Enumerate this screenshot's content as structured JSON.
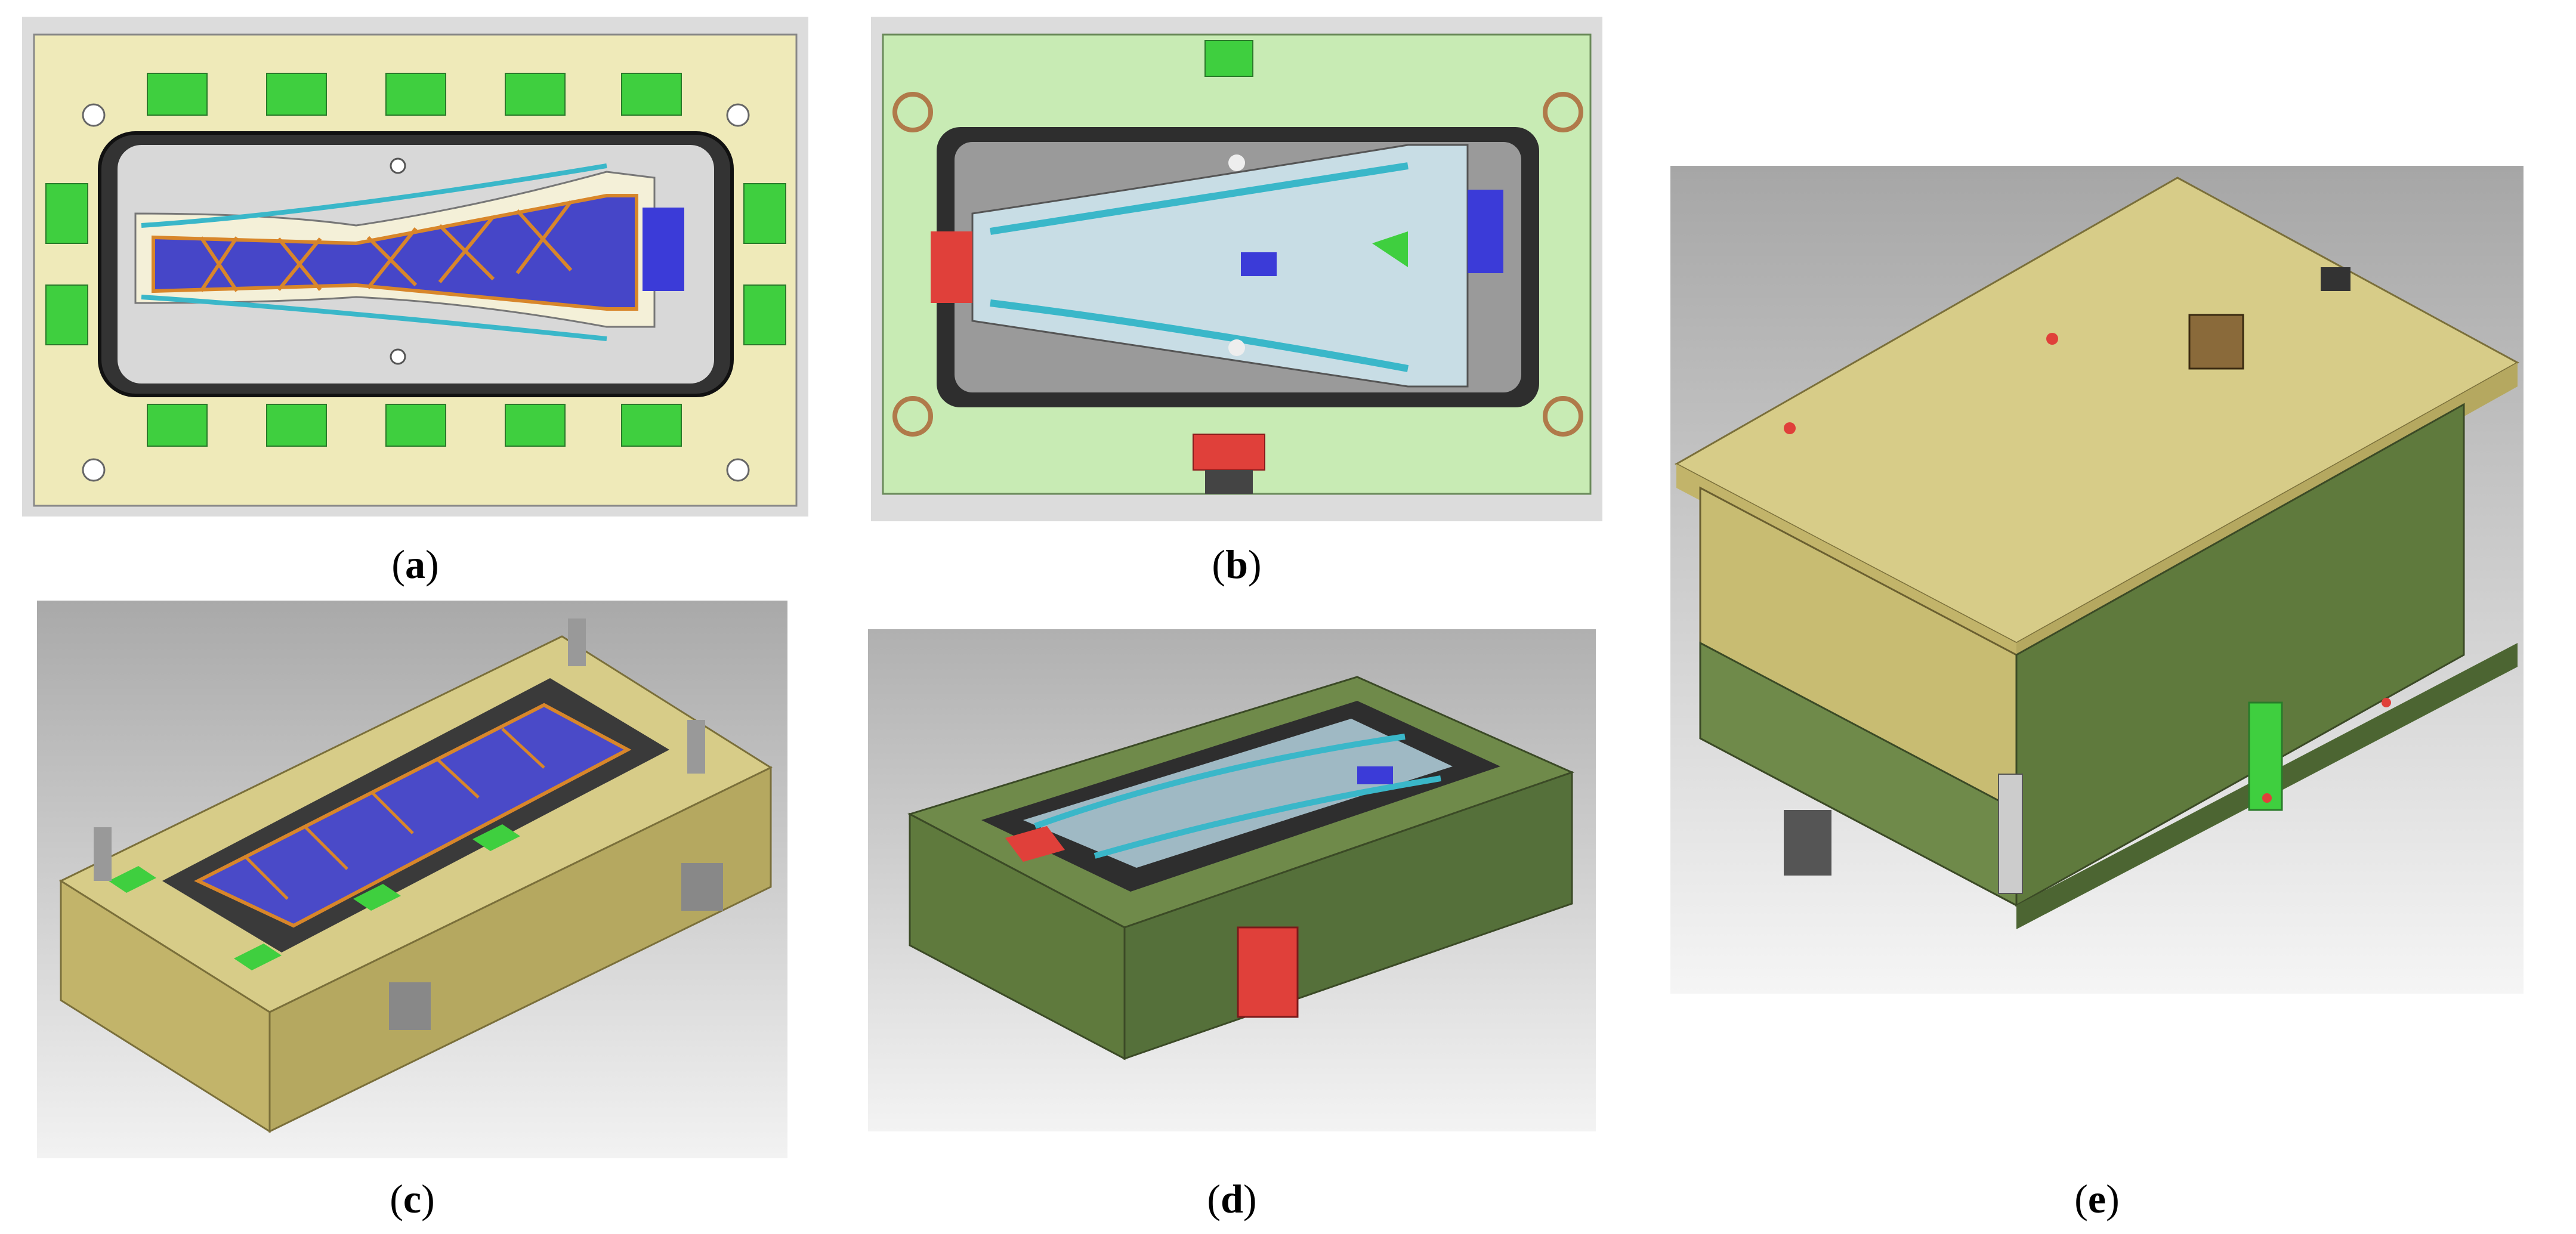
{
  "captions": {
    "a": "a",
    "b": "b",
    "c": "c",
    "d": "d",
    "e": "e"
  },
  "colors": {
    "plate_yellow": "#efeab9",
    "plate_green": "#c8ebb4",
    "clamp_green": "#3fcf3f",
    "cavity_dark": "#3a3a3a",
    "cooling_cyan": "#3ab7c9",
    "rib_orange": "#d8862a",
    "insert_blue": "#3b3bd8",
    "slider_red": "#e0403a",
    "mold_green_3d": "#6f8a4a",
    "mold_yellow_3d": "#c9b86e",
    "caption_text": "#000000"
  },
  "panels": [
    {
      "id": "a",
      "content": "core-side-plate-top-view-render"
    },
    {
      "id": "b",
      "content": "cavity-side-plate-top-view-render"
    },
    {
      "id": "c",
      "content": "core-half-isometric-render"
    },
    {
      "id": "d",
      "content": "cavity-half-isometric-render"
    },
    {
      "id": "e",
      "content": "assembled-mold-isometric-render"
    }
  ]
}
